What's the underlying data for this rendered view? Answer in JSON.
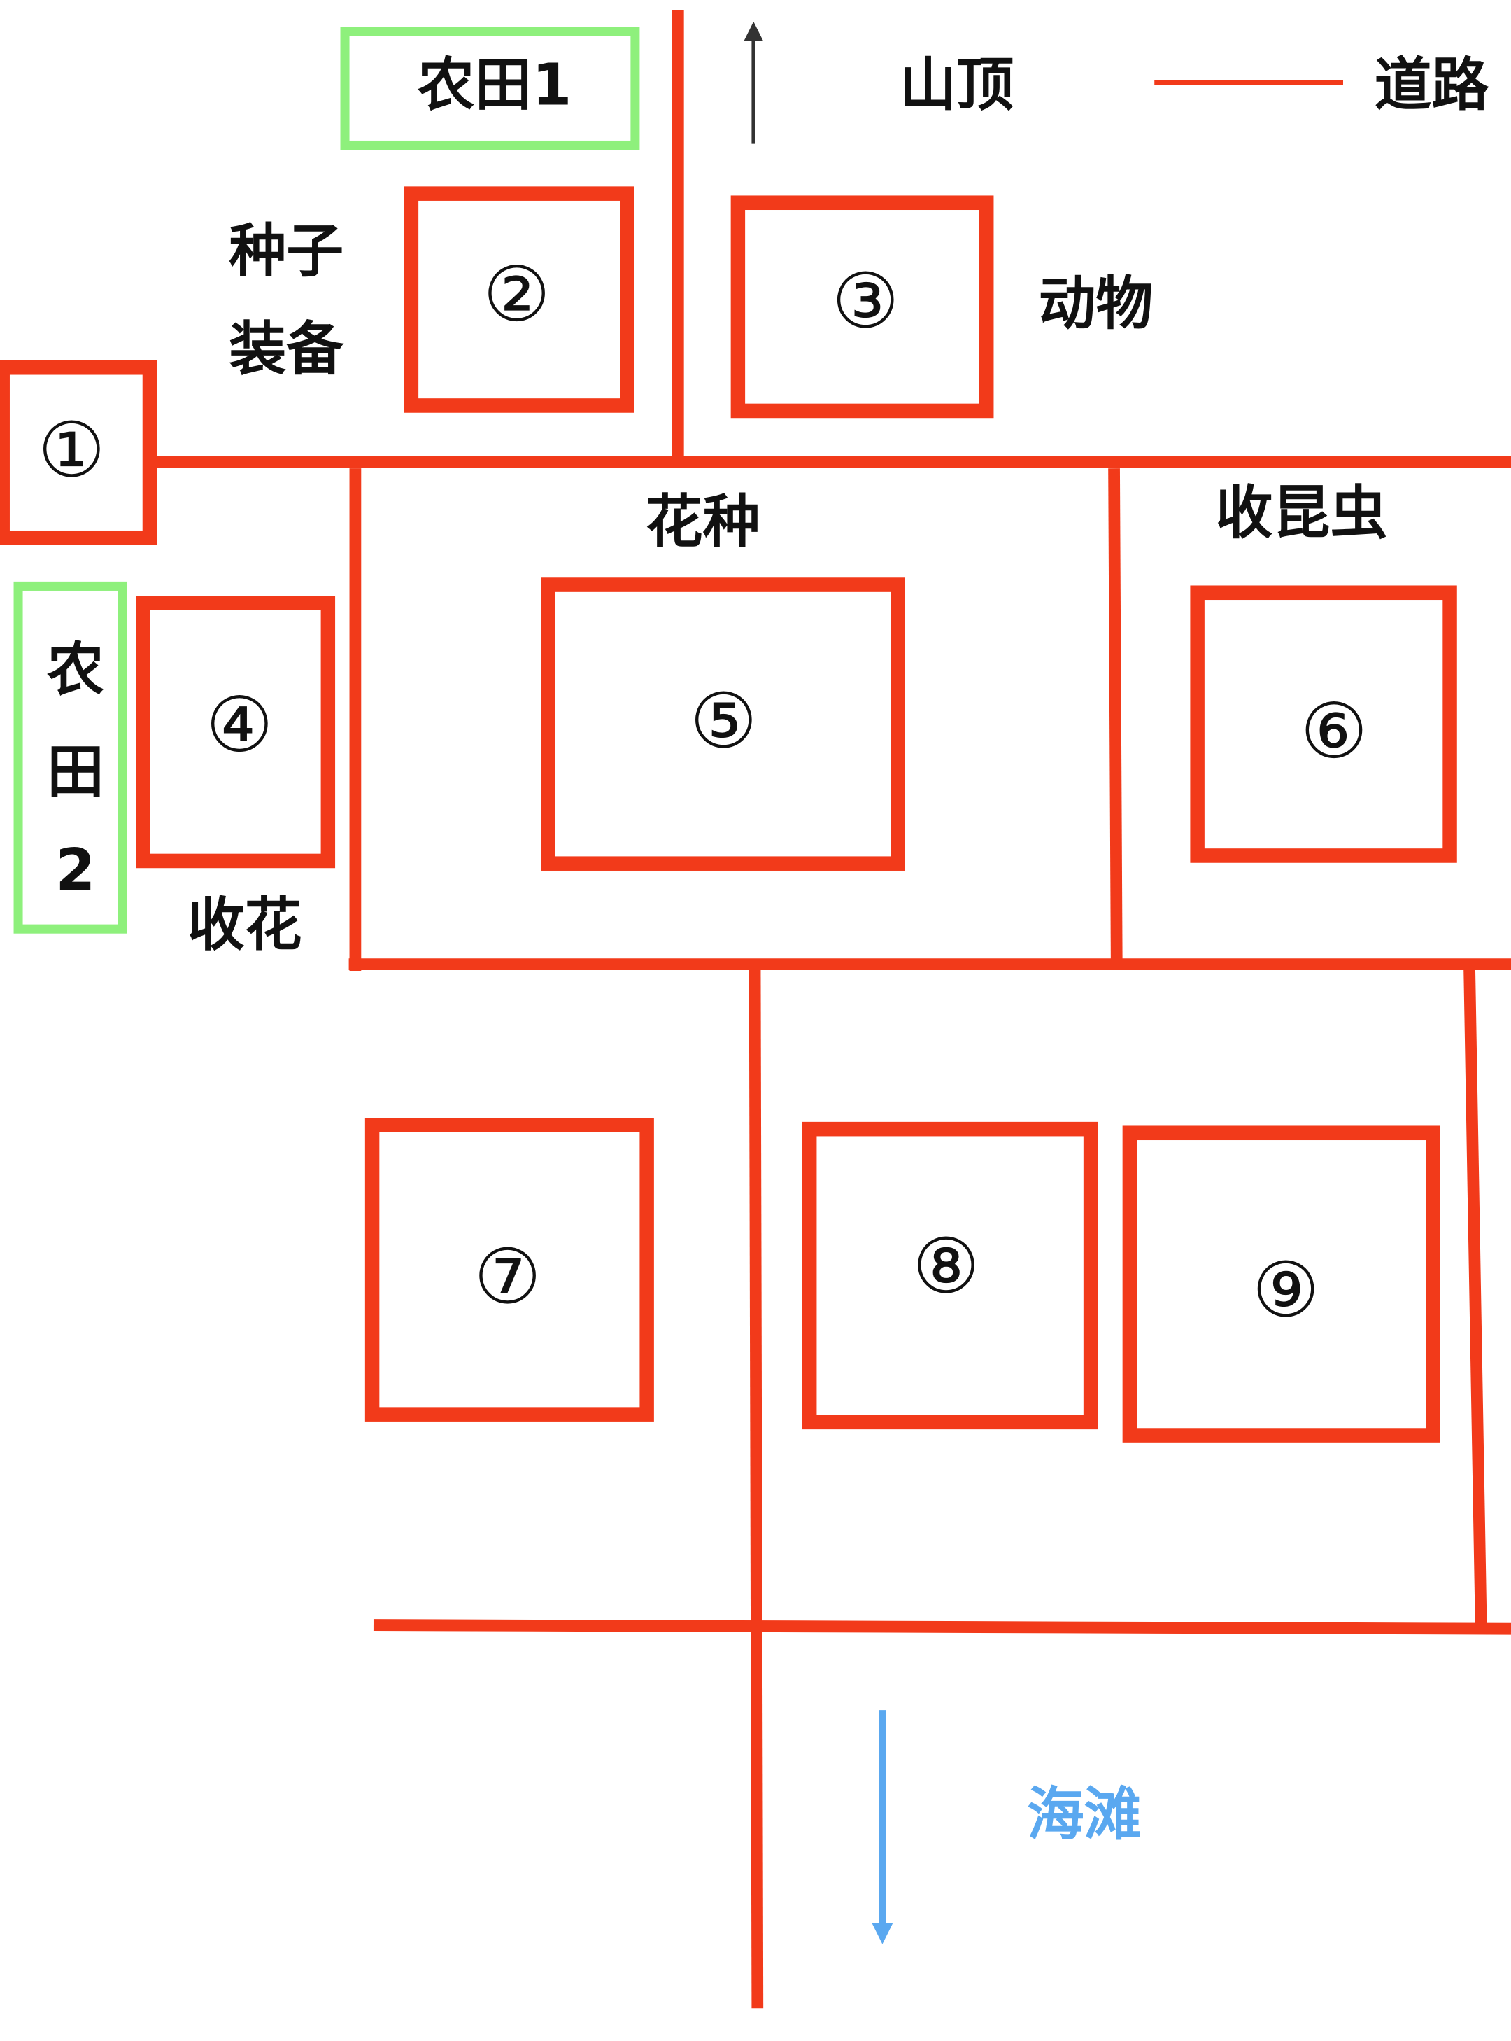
{
  "colors": {
    "road": "#f23a1a",
    "farm": "#8ef07c",
    "beach": "#5aa8f0",
    "ink": "#111111"
  },
  "legend": {
    "label": "道路"
  },
  "labels": {
    "farm1": "农田1",
    "farm2": [
      "农",
      "田",
      "2"
    ],
    "mountain": "山顶",
    "seeds": "种子",
    "equipment": "装备",
    "animals": "动物",
    "flower_seeds": "花种",
    "collect_insects": "收昆虫",
    "collect_flowers": "收花",
    "beach": "海滩"
  },
  "zones": [
    "①",
    "②",
    "③",
    "④",
    "⑤",
    "⑥",
    "⑦",
    "⑧",
    "⑨"
  ]
}
